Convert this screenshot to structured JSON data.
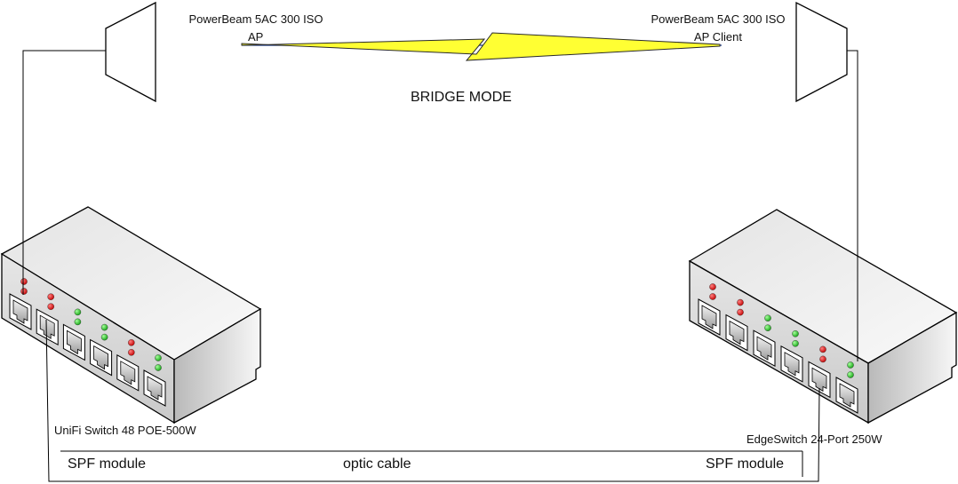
{
  "title": "BRIDGE MODE",
  "antenna_left": {
    "model": "PowerBeam 5AC 300 ISO",
    "role": "AP"
  },
  "antenna_right": {
    "model": "PowerBeam 5AC 300 ISO",
    "role": "AP Client"
  },
  "switch_left": {
    "label": "UniFi Switch 48 POE-500W",
    "led_pairs": [
      "red",
      "red",
      "green",
      "green",
      "red",
      "green"
    ]
  },
  "switch_right": {
    "label": "EdgeSwitch 24-Port 250W",
    "led_pairs": [
      "red",
      "red",
      "green",
      "green",
      "red",
      "green"
    ]
  },
  "fiber_link": {
    "left_module": "SPF module",
    "cable": "optic cable",
    "right_module": "SPF module"
  },
  "colors": {
    "link_bolt": "#ffff33",
    "link_beam": "#1a3a8a",
    "led_red": "#dd1111",
    "led_green": "#22cc22"
  }
}
